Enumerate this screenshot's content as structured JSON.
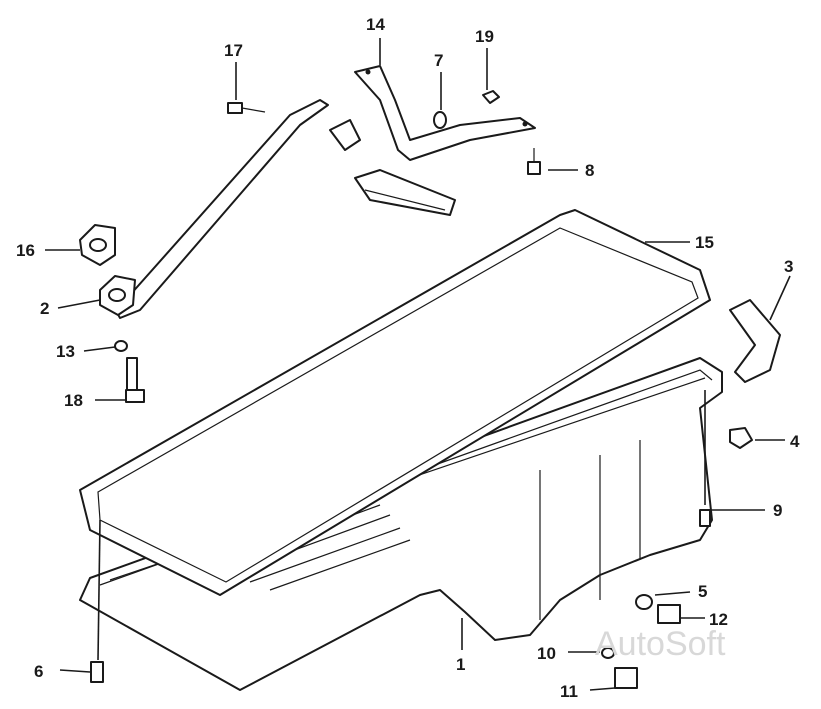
{
  "callouts": {
    "c1": "1",
    "c2": "2",
    "c3": "3",
    "c4": "4",
    "c5": "5",
    "c6": "6",
    "c7": "7",
    "c8": "8",
    "c9": "9",
    "c10": "10",
    "c11": "11",
    "c12": "12",
    "c13": "13",
    "c14": "14",
    "c15": "15",
    "c16": "16",
    "c17": "17",
    "c18": "18",
    "c19": "19"
  },
  "watermark": "AutoSoft"
}
